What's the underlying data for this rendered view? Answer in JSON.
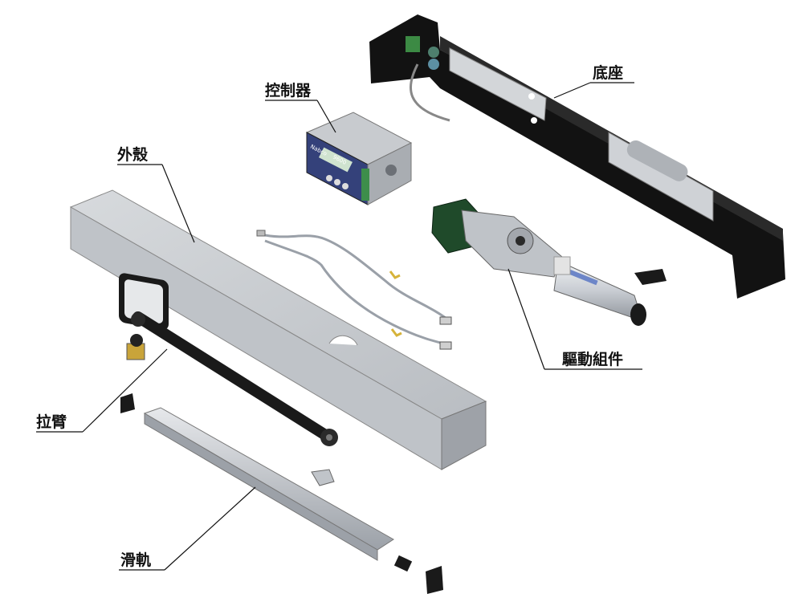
{
  "labels": {
    "base": "底座",
    "controller": "控制器",
    "housing": "外殼",
    "drive_unit": "驅動組件",
    "arm": "拉臂",
    "rail": "滑軌"
  },
  "controller_panel": {
    "brand": "Nabco",
    "model": "9600"
  },
  "colors": {
    "base_frame": "#111111",
    "housing": "#c9ccd0",
    "housing_side": "#9ea2a8",
    "controller": "#b9bcc0",
    "controller_panel": "#34417a",
    "motor_green": "#1f4a2a",
    "rail": "#b6bac0",
    "arm": "#1a1a1a",
    "leader_line": "#111111"
  }
}
